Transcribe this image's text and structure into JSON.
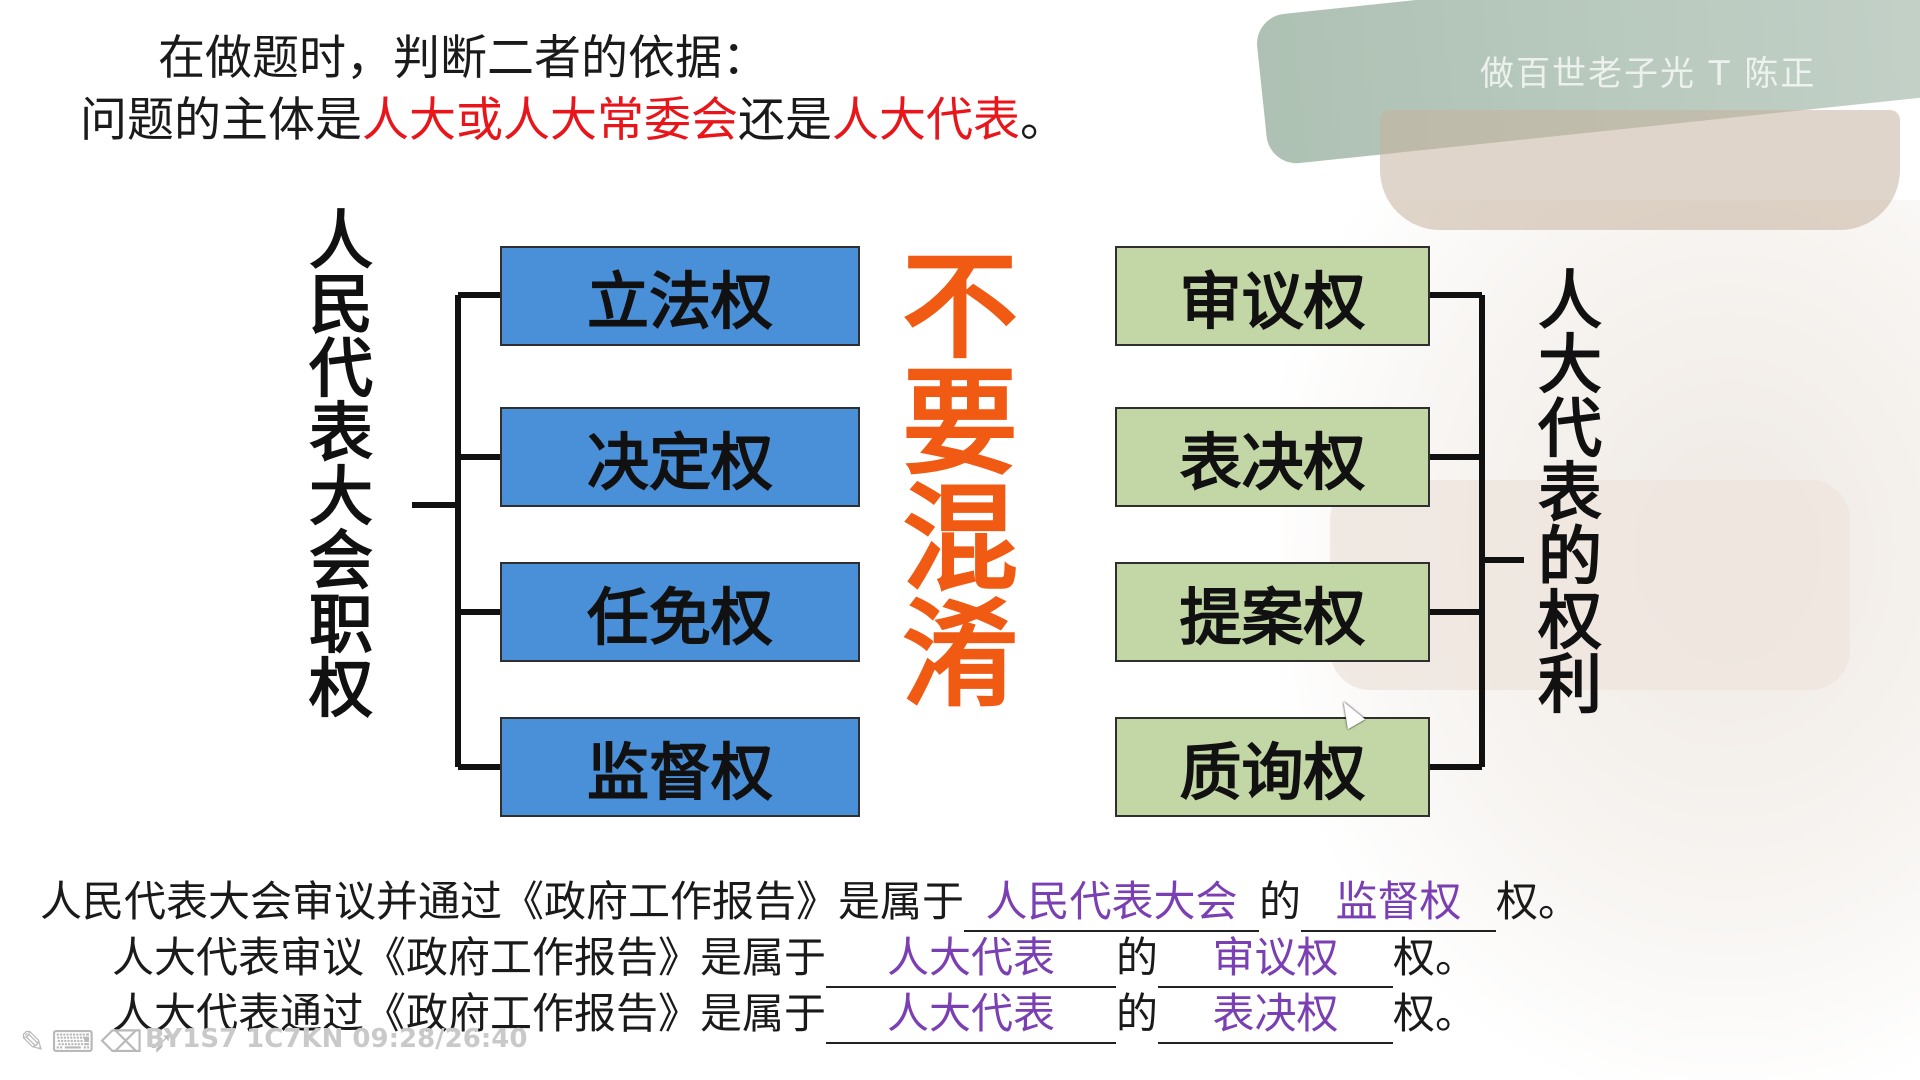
{
  "watermark": "做百世老子光 T 陈正",
  "intro": {
    "line1": "在做题时，判断二者的依据：",
    "line2_a": "问题的主体是",
    "line2_red1": "人大或人大常委会",
    "line2_b": "还是",
    "line2_red2": "人大代表",
    "line2_c": "。"
  },
  "left_title": "人民代表大会职权",
  "left_boxes": [
    "立法权",
    "决定权",
    "任免权",
    "监督权"
  ],
  "center_warning": "不要混淆",
  "right_boxes": [
    "审议权",
    "表决权",
    "提案权",
    "质询权"
  ],
  "right_title": "人大代表的权利",
  "colors": {
    "accent_red": "#e8161b",
    "warning_orange": "#f05a12",
    "box_blue": "#4a90d9",
    "box_green": "#c3d7a6",
    "answer_purple": "#7a3fb2"
  },
  "fills": [
    {
      "prefix": "人民代表大会审议并通过《政府工作报告》是属于",
      "answer1": "人民代表大会",
      "mid": "的",
      "answer2": "监督权",
      "suffix": "权。"
    },
    {
      "prefix": "人大代表审议《政府工作报告》是属于",
      "answer1": "人大代表",
      "mid": "的",
      "answer2": "审议权",
      "suffix": "权。"
    },
    {
      "prefix": "人大代表通过《政府工作报告》是属于",
      "answer1": "人大代表",
      "mid": "的",
      "answer2": "表决权",
      "suffix": "权。"
    }
  ],
  "toolbar_icons": [
    "pen-icon",
    "keyboard-icon",
    "eraser-icon",
    "pointer-icon"
  ],
  "ticker": "BY1S7 1C7KN 09:28/26:40"
}
